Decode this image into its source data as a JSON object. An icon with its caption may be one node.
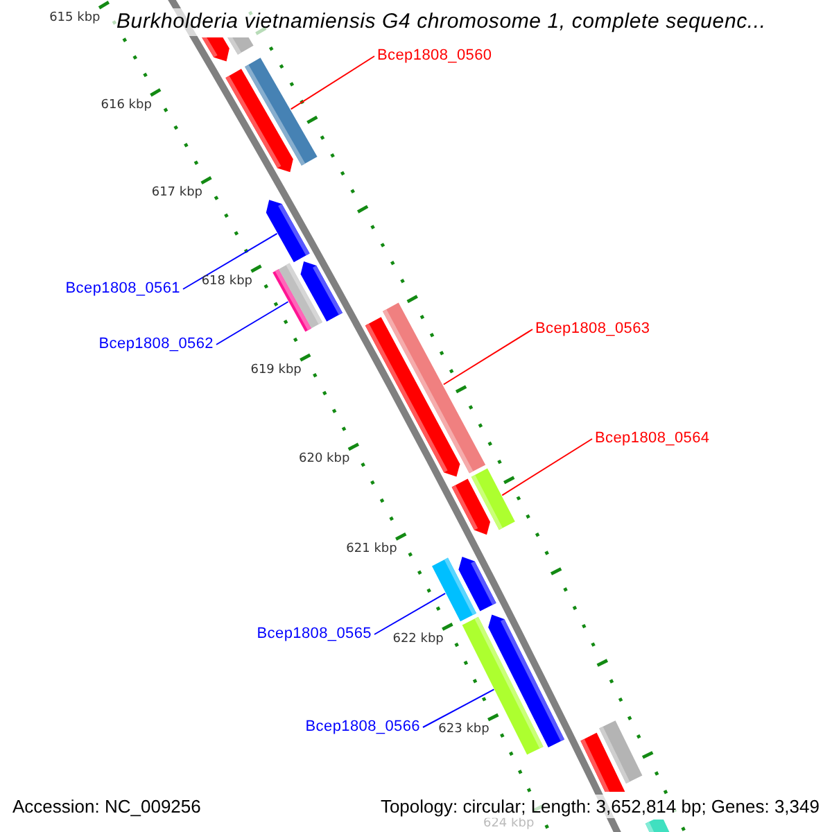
{
  "diagram": {
    "title": "Burkholderia vietnamiensis G4 chromosome 1, complete sequenc...",
    "nodes": [
      {
        "text": [
          "Bcep1808_0560"
        ]
      },
      {
        "text": [
          "Bcep1808_0561"
        ]
      },
      {
        "text": [
          "Bcep1808_0562"
        ]
      },
      {
        "text": [
          "Bcep1808_0563"
        ]
      },
      {
        "text": [
          "Bcep1808_0564"
        ]
      },
      {
        "text": [
          "Bcep1808_0565"
        ]
      },
      {
        "text": [
          "Bcep1808_0566"
        ]
      },
      {
        "text": [],
        "shape": "bar"
      },
      {
        "text": [],
        "shape": "bar"
      },
      {
        "text": [],
        "shape": "bar"
      },
      {
        "text": [],
        "shape": "bar"
      },
      {
        "text": [],
        "shape": "bar"
      },
      {
        "text": [],
        "shape": "bar"
      },
      {
        "text": [],
        "shape": "bar"
      },
      {
        "text": [],
        "shape": "bar"
      },
      {
        "text": [],
        "shape": "bar"
      },
      {
        "text": [],
        "shape": "bar"
      },
      {
        "text": [],
        "shape": "bar"
      },
      {
        "text": [],
        "shape": "bar"
      },
      {
        "text": [],
        "shape": "bar"
      },
      {
        "text": [],
        "shape": "bar"
      },
      {
        "text": [],
        "shape": "bar"
      },
      {
        "text": [],
        "shape": "bar"
      },
      {
        "text": [],
        "shape": "bar"
      },
      {
        "text": [],
        "shape": "bar"
      },
      {
        "text": [],
        "shape": "bar"
      }
    ],
    "edges": [
      {
        "from": 0,
        "to": 10,
        "arrow": "none",
        "color": "#ff0000"
      },
      {
        "from": 1,
        "to": 11,
        "arrow": "none",
        "color": "#0000ff"
      },
      {
        "from": 2,
        "to": 12,
        "arrow": "none",
        "color": "#0000ff"
      },
      {
        "from": 3,
        "to": 15,
        "arrow": "none",
        "color": "#ff0000"
      },
      {
        "from": 4,
        "to": 18,
        "arrow": "none",
        "color": "#ff0000"
      },
      {
        "from": 5,
        "to": 19,
        "arrow": "none",
        "color": "#0000ff"
      },
      {
        "from": 6,
        "to": 21,
        "arrow": "none",
        "color": "#0000ff"
      }
    ],
    "labels": [
      "615 kbp",
      "616 kbp",
      "617 kbp",
      "618 kbp",
      "619 kbp",
      "620 kbp",
      "621 kbp",
      "622 kbp",
      "623 kbp",
      "624 kbp",
      "Accession: NC_009256",
      "Topology: circular; Length: 3,652,814 bp; Genes: 3,349"
    ]
  }
}
